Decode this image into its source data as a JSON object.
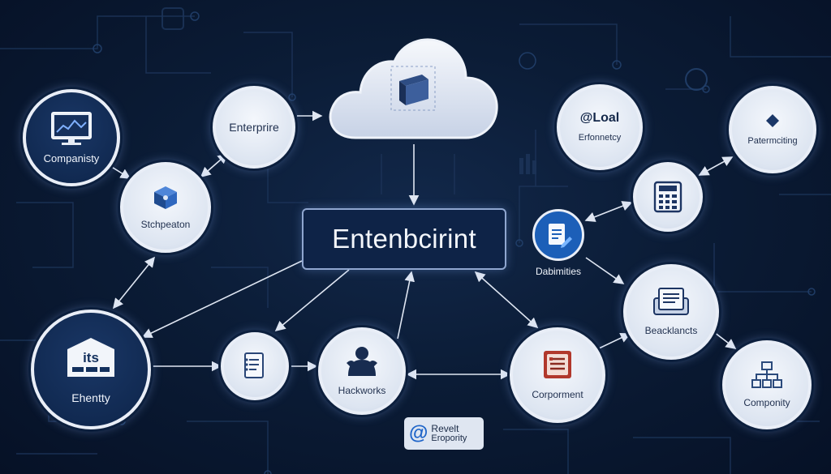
{
  "diagram": {
    "central_node": {
      "label": "Entenbcirint"
    },
    "cloud": {
      "icon": "cube-icon"
    },
    "nodes": [
      {
        "id": "companisty",
        "label": "Companisty",
        "icon": "monitor-chart-icon"
      },
      {
        "id": "enterprire",
        "label": "Enterprire",
        "icon": ""
      },
      {
        "id": "stchpeaton",
        "label": "Stchpeaton",
        "icon": "cube-icon"
      },
      {
        "id": "ehentty",
        "label": "Ehentty",
        "icon": "building-icon",
        "icon_text": "its"
      },
      {
        "id": "document-node",
        "label": "",
        "icon": "document-icon"
      },
      {
        "id": "hackworks",
        "label": "Hackworks",
        "icon": "user-silhouette-icon"
      },
      {
        "id": "corporment",
        "label": "Corporment",
        "icon": "document-list-icon"
      },
      {
        "id": "local",
        "label": "Erfonnetcy",
        "title": "@Loal",
        "icon": ""
      },
      {
        "id": "patermciting",
        "label": "Patermciting",
        "icon": "diamond-icon"
      },
      {
        "id": "calculator-node",
        "label": "",
        "icon": "calculator-icon"
      },
      {
        "id": "dabimities",
        "label": "Dabimities",
        "icon": "document-edit-icon"
      },
      {
        "id": "beacklancts",
        "label": "Beacklancts",
        "icon": "file-stack-icon"
      },
      {
        "id": "componity",
        "label": "Componity",
        "icon": "hierarchy-icon"
      }
    ],
    "footer_logo": {
      "symbol": "@",
      "line1": "Revelt",
      "line2": "Eropority"
    }
  },
  "colors": {
    "background": "#07152b",
    "node_border": "#e9eef7",
    "accent_blue": "#1c5fb8",
    "link": "#dfe6f2"
  }
}
